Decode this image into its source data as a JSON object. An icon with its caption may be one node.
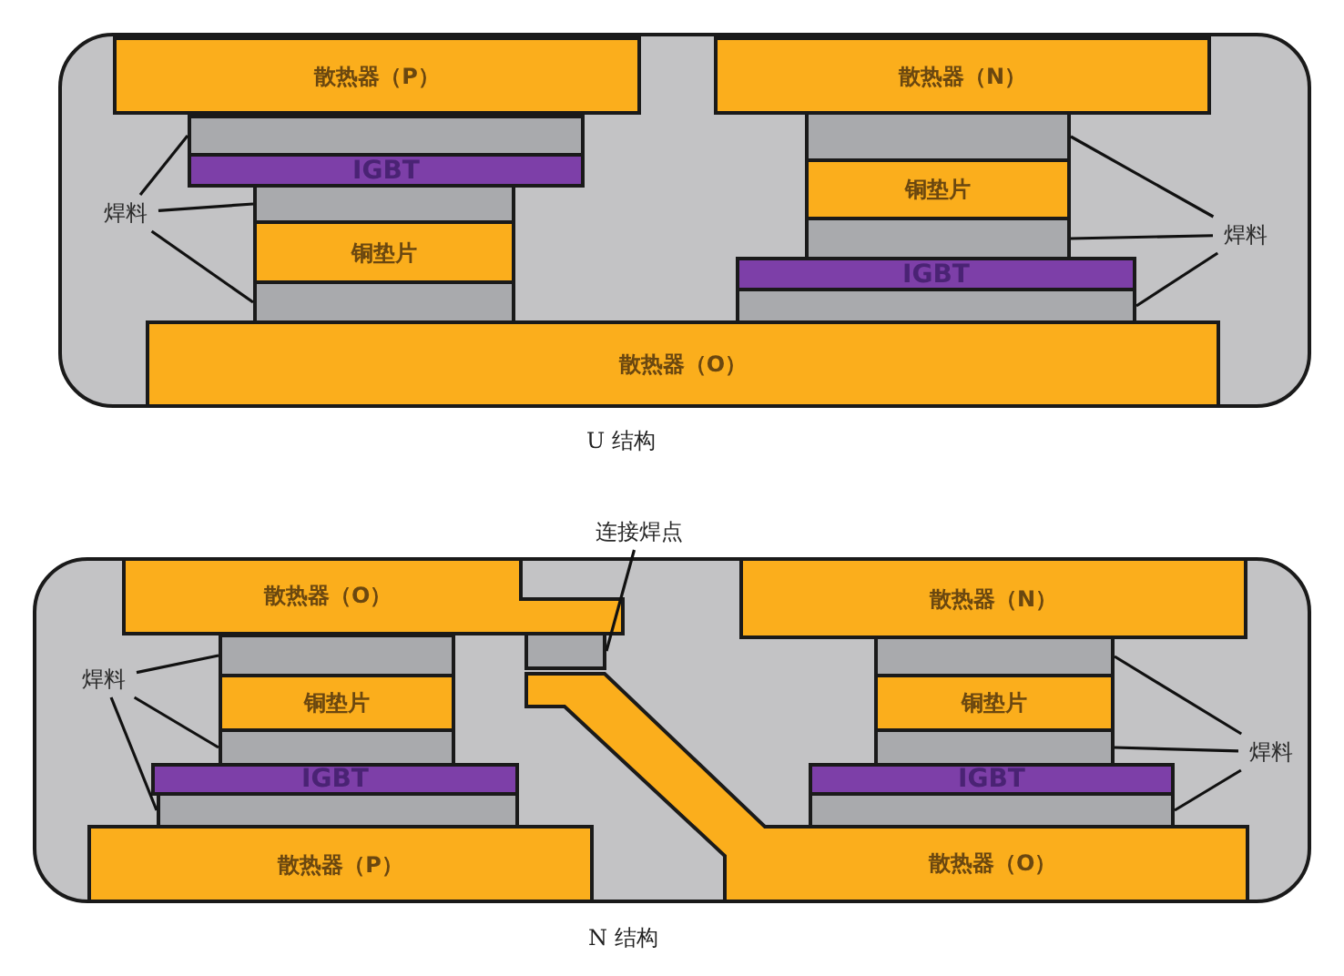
{
  "diagram": {
    "nodes": [
      {
        "text": [],
        "shape": "box",
        "beside": [
          "U 结构"
        ]
      },
      {
        "text": [
          "散热器（P）"
        ],
        "in": 0
      },
      {
        "text": [
          "散热器（N）"
        ],
        "in": 0
      },
      {
        "text": [],
        "shape": "bar",
        "in": 0
      },
      {
        "text": [
          "IGBT"
        ],
        "in": 0
      },
      {
        "text": [],
        "shape": "bar",
        "in": 0
      },
      {
        "text": [
          "铜垫片"
        ],
        "in": 0
      },
      {
        "text": [],
        "shape": "bar",
        "in": 0
      },
      {
        "text": [
          "焊料"
        ],
        "in": 0
      },
      {
        "text": [],
        "shape": "bar",
        "in": 0
      },
      {
        "text": [
          "铜垫片"
        ],
        "in": 0
      },
      {
        "text": [],
        "shape": "bar",
        "in": 0
      },
      {
        "text": [
          "IGBT"
        ],
        "in": 0
      },
      {
        "text": [],
        "shape": "bar",
        "in": 0
      },
      {
        "text": [
          "焊料"
        ],
        "in": 0
      },
      {
        "text": [
          "散热器（O）"
        ],
        "in": 0
      },
      {
        "text": [],
        "shape": "box",
        "beside": [
          "N 结构"
        ]
      },
      {
        "text": [
          "连接焊点"
        ]
      },
      {
        "text": [
          "散热器（O）"
        ],
        "in": 16
      },
      {
        "text": [],
        "shape": "bar",
        "in": 16
      },
      {
        "text": [
          "散热器（N）"
        ],
        "in": 16
      },
      {
        "text": [],
        "shape": "bar",
        "in": 16
      },
      {
        "text": [
          "铜垫片"
        ],
        "in": 16
      },
      {
        "text": [],
        "shape": "bar",
        "in": 16
      },
      {
        "text": [
          "IGBT"
        ],
        "in": 16
      },
      {
        "text": [],
        "shape": "bar",
        "in": 16
      },
      {
        "text": [
          "焊料"
        ],
        "in": 16
      },
      {
        "text": [],
        "shape": "bar",
        "in": 16
      },
      {
        "text": [
          "铜垫片"
        ],
        "in": 16
      },
      {
        "text": [],
        "shape": "bar",
        "in": 16
      },
      {
        "text": [
          "IGBT"
        ],
        "in": 16
      },
      {
        "text": [],
        "shape": "bar",
        "in": 16
      },
      {
        "text": [
          "焊料"
        ],
        "in": 16
      },
      {
        "text": [
          "散热器（P）"
        ],
        "in": 16
      },
      {
        "text": [
          "散热器（O）"
        ],
        "in": 16
      }
    ],
    "edges": [
      {
        "from": 8,
        "to": 3,
        "arrow": "none"
      },
      {
        "from": 8,
        "to": 5,
        "arrow": "none"
      },
      {
        "from": 8,
        "to": 7,
        "arrow": "none"
      },
      {
        "from": 14,
        "to": 9,
        "arrow": "none"
      },
      {
        "from": 14,
        "to": 11,
        "arrow": "none"
      },
      {
        "from": 14,
        "to": 13,
        "arrow": "none"
      },
      {
        "from": 17,
        "to": 19,
        "arrow": "none"
      },
      {
        "from": 26,
        "to": 21,
        "arrow": "none"
      },
      {
        "from": 26,
        "to": 23,
        "arrow": "none"
      },
      {
        "from": 26,
        "to": 25,
        "arrow": "none"
      },
      {
        "from": 32,
        "to": 27,
        "arrow": "none"
      },
      {
        "from": 32,
        "to": 29,
        "arrow": "none"
      },
      {
        "from": 32,
        "to": 31,
        "arrow": "none"
      }
    ]
  }
}
